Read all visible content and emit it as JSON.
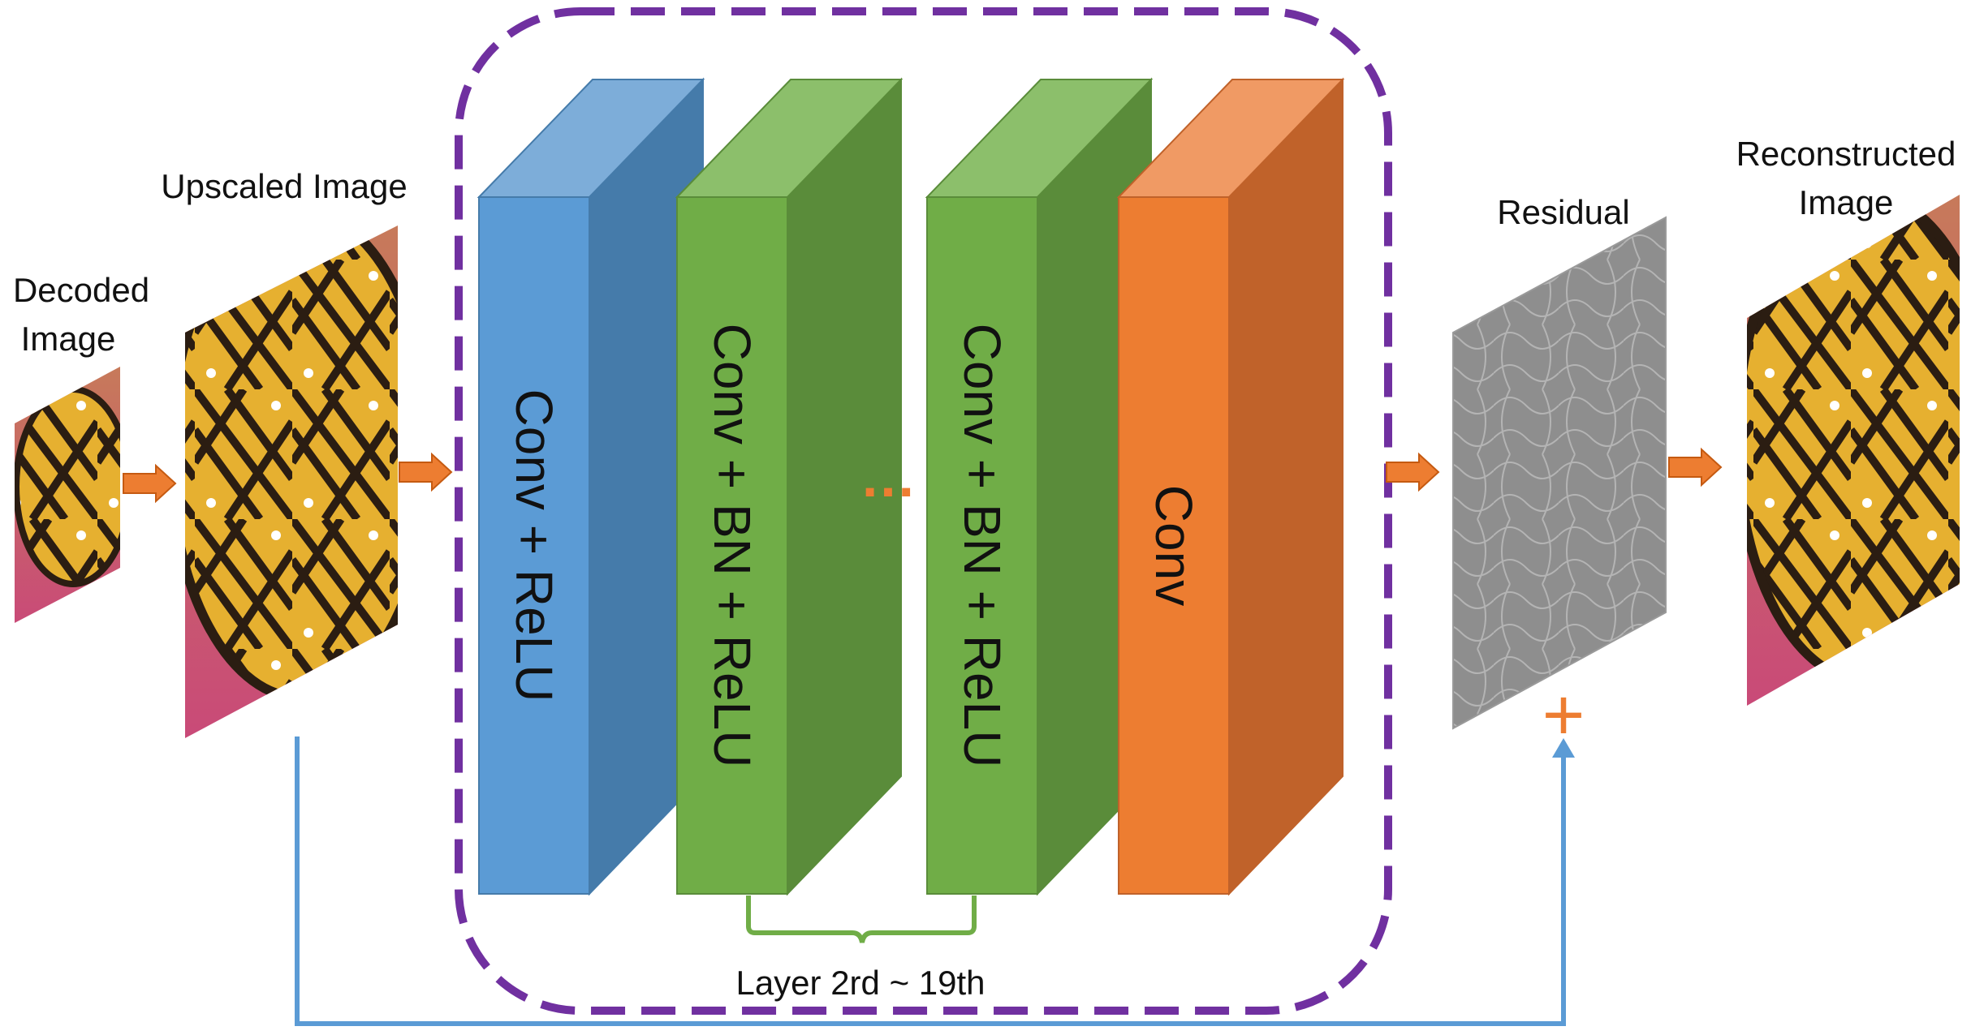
{
  "labels": {
    "decoded_line1": "Decoded",
    "decoded_line2": "Image",
    "upscaled": "Upscaled Image",
    "residual": "Residual",
    "reconstructed_line1": "Reconstructed",
    "reconstructed_line2": "Image"
  },
  "layers": [
    {
      "label": "Conv + ReLU"
    },
    {
      "label": "Conv + BN + ReLU"
    },
    {
      "label": "Conv + BN + ReLU"
    },
    {
      "label": "Conv"
    }
  ],
  "ellipsis": "…",
  "brace_label": "Layer 2rd ~ 19th",
  "plus_symbol": "+",
  "colors": {
    "blue_front": "#5b9bd5",
    "blue_top": "#7dadd9",
    "blue_side": "#457baa",
    "green_front": "#70ad47",
    "green_top": "#8cbf6b",
    "green_side": "#5a8c3a",
    "orange_front": "#ed7d31",
    "orange_top": "#f09a64",
    "orange_side": "#c0622a",
    "arrow": "#ed7d31",
    "arrow_border": "#c55a11",
    "skip_line": "#5b9bd5",
    "dashed_box": "#7030a0",
    "brace": "#70ad47"
  }
}
